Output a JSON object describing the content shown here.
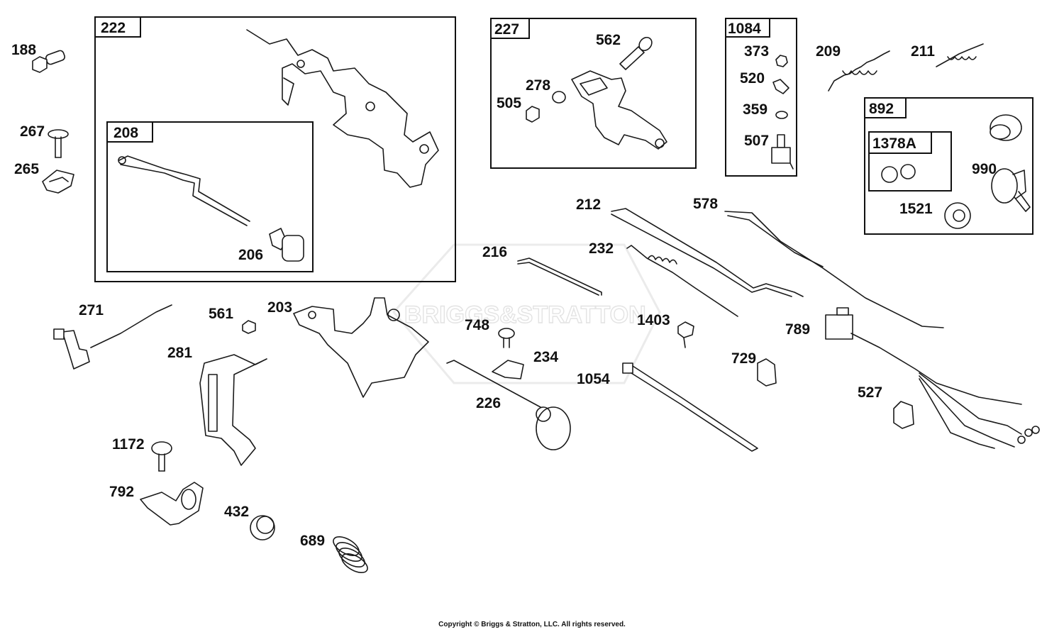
{
  "watermark": "BRIGGS&STRATTON",
  "copyright": "Copyright © Briggs & Stratton, LLC. All rights reserved.",
  "groups": [
    {
      "id": "222"
    },
    {
      "id": "208"
    },
    {
      "id": "227"
    },
    {
      "id": "1084"
    },
    {
      "id": "892"
    },
    {
      "id": "1378A"
    }
  ],
  "parts": [
    "188",
    "267",
    "265",
    "206",
    "562",
    "278",
    "505",
    "373",
    "520",
    "359",
    "507",
    "209",
    "211",
    "990",
    "1521",
    "212",
    "578",
    "232",
    "216",
    "271",
    "561",
    "203",
    "281",
    "748",
    "234",
    "1403",
    "729",
    "789",
    "1054",
    "226",
    "527",
    "1172",
    "792",
    "432",
    "689"
  ]
}
